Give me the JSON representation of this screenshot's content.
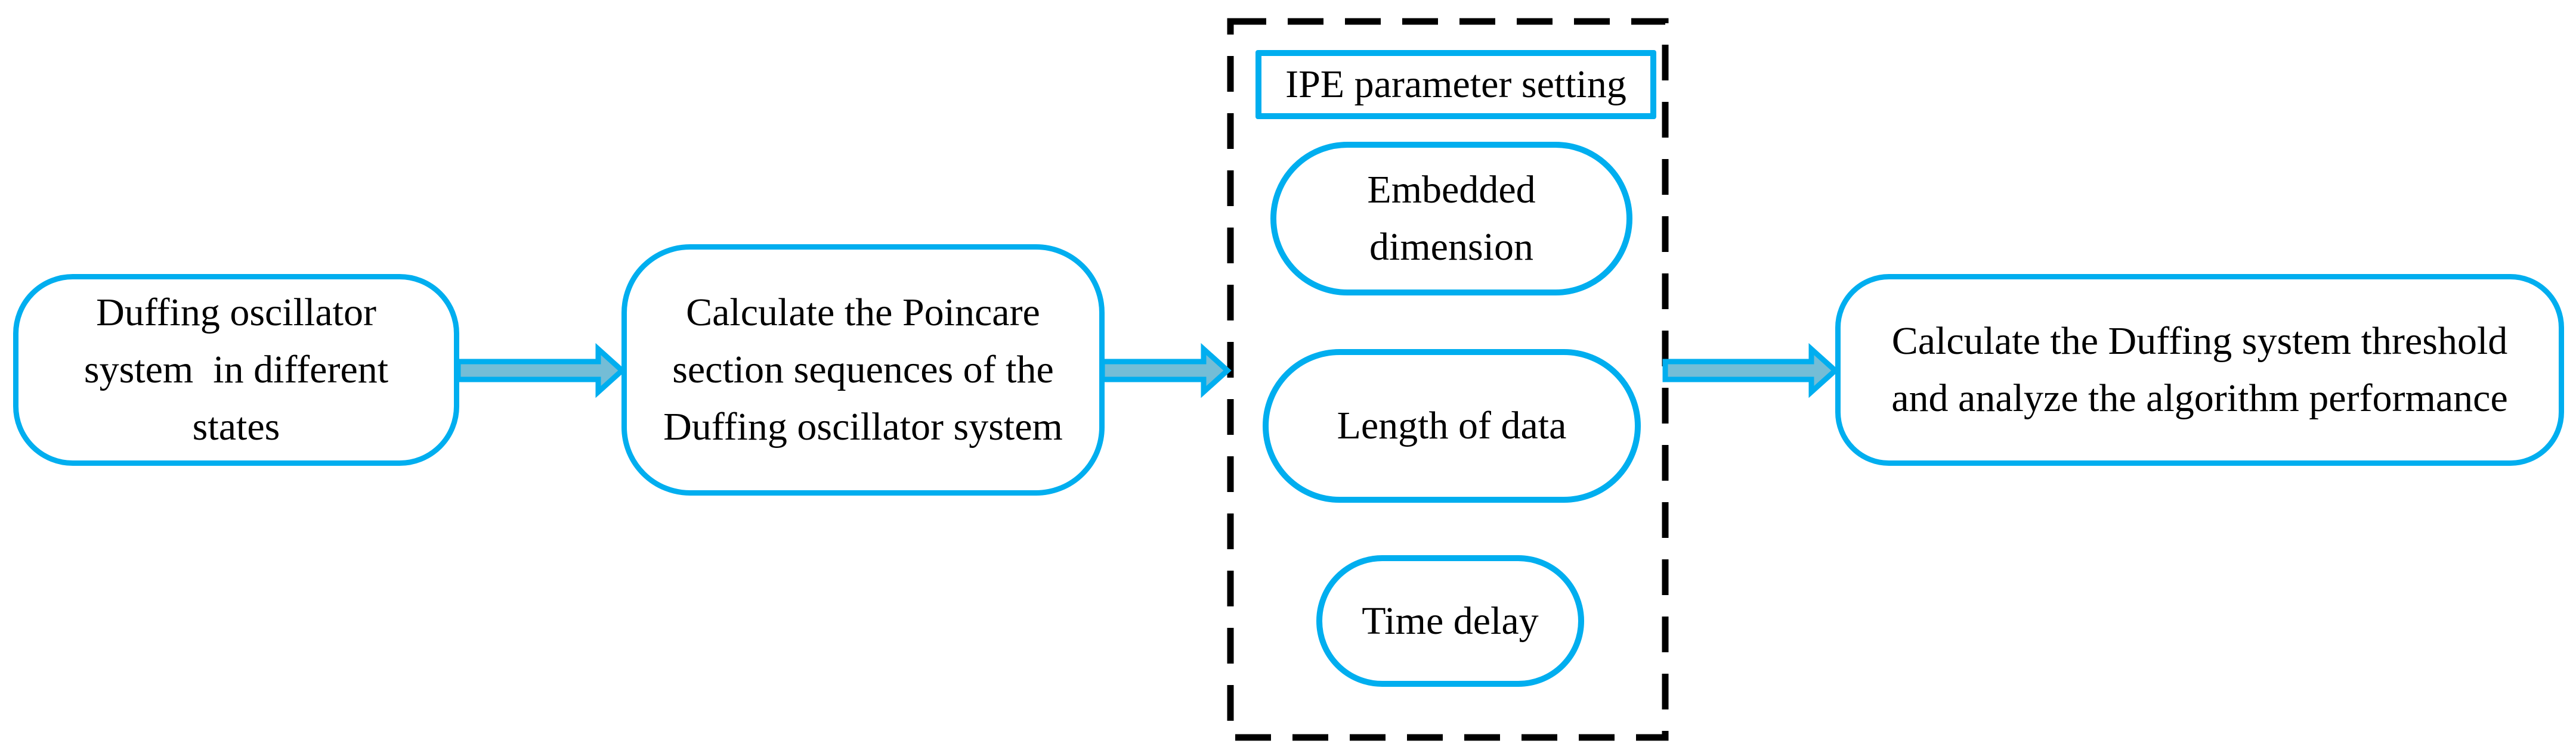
{
  "diagram": {
    "colors": {
      "accent": "#00AEEF",
      "arrow_fill": "#74BDD6",
      "dash": "#000000",
      "text": "#000000",
      "background": "#FFFFFF"
    },
    "nodes": {
      "duffing_states": {
        "label": "Duffing oscillator\nsystem  in different\nstates"
      },
      "poincare": {
        "label": "Calculate the Poincare\nsection sequences of the\nDuffing oscillator system"
      },
      "ipe_title": {
        "label": "IPE parameter setting"
      },
      "embedded_dimension": {
        "label": "Embedded\ndimension"
      },
      "length_of_data": {
        "label": "Length of data"
      },
      "time_delay": {
        "label": "Time delay"
      },
      "threshold": {
        "label": "Calculate the Duffing system threshold\nand analyze the algorithm performance"
      }
    },
    "connectors": [
      {
        "from": "duffing_states",
        "to": "poincare"
      },
      {
        "from": "poincare",
        "to": "ipe_parameter_group"
      },
      {
        "from": "ipe_parameter_group",
        "to": "threshold"
      }
    ]
  }
}
